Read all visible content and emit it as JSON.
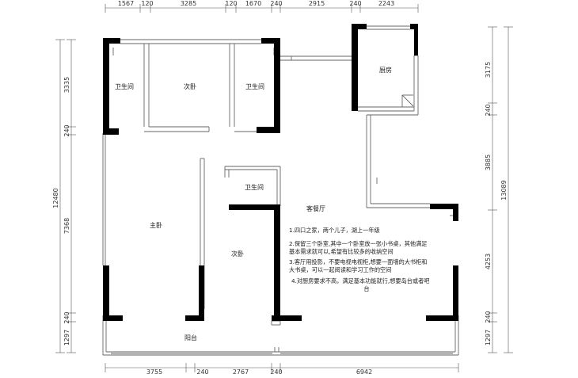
{
  "dimensions": {
    "top": [
      "1567",
      "120",
      "3285",
      "120",
      "1670",
      "240",
      "2915",
      "240",
      "2243"
    ],
    "bottom": [
      "3755",
      "240",
      "2767",
      "240",
      "6942"
    ],
    "left_inner": [
      "3335",
      "240",
      "7368",
      "240",
      "1297"
    ],
    "left_total": "12480",
    "right_inner": [
      "3175",
      "240",
      "3885",
      "4253",
      "240",
      "1297"
    ],
    "right_total": "13089"
  },
  "rooms": {
    "bath1": "卫生间",
    "bedroom2": "次卧",
    "bath2": "卫生间",
    "kitchen": "厨房",
    "bath3": "卫生间",
    "living": "客餐厅",
    "master": "主卧",
    "bedroom3": "次卧",
    "balcony": "阳台"
  },
  "notes": {
    "n1": "1.四口之家，两个儿子，湖上一年级",
    "n2a": "2.保留三个卧室,其中一个卧室放一张小书桌，其他满足",
    "n2b": "基本需求就可以,希望有比较多的收纳空间",
    "n3a": "3.客厅用投影，不要电视电视柜,想要一面墙的大书柜和",
    "n3b": "大书桌，可以一起阅读和学习工作的空间",
    "n4a": "4.对厨房要求不高，满足基本功能就行,想要岛台或者吧",
    "n4b": "台"
  },
  "colors": {
    "wall": "#000000",
    "line": "#555555",
    "text": "#222222"
  }
}
